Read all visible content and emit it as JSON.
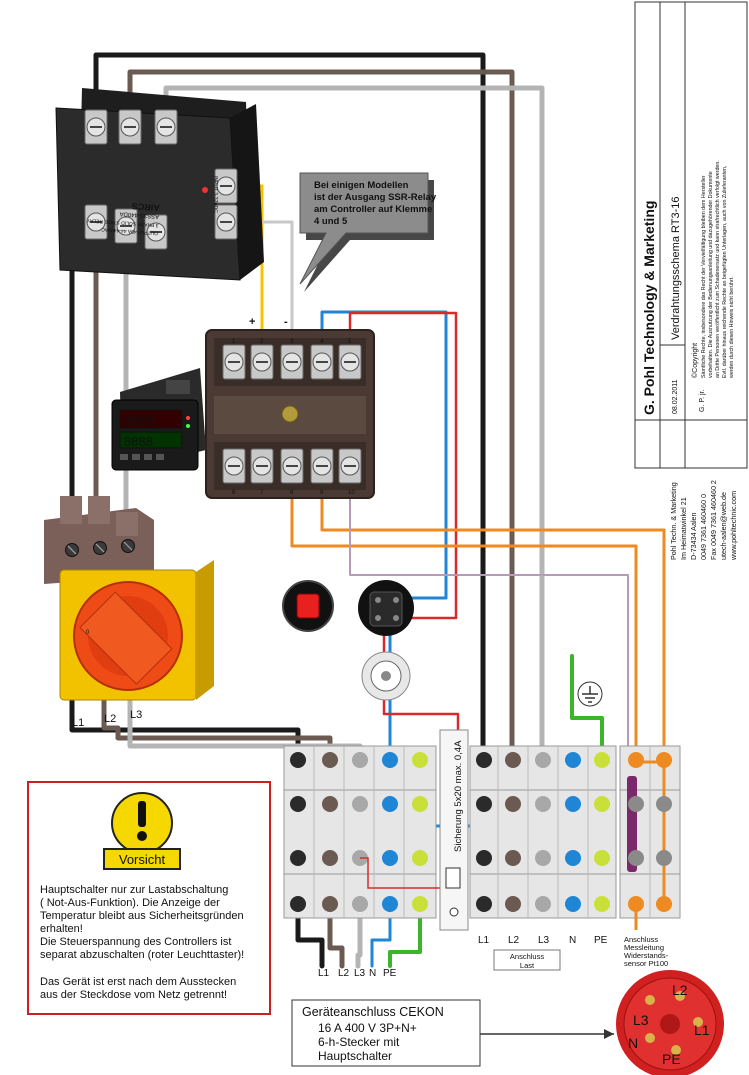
{
  "colors": {
    "black": "#1a1a1a",
    "brown": "#6b5a52",
    "grey": "#b4b4b4",
    "blue": "#1f86d6",
    "green": "#3bb52a",
    "yellow": "#f4c400",
    "red": "#d92a2a",
    "orange": "#ee8a22",
    "violet": "#b89ab8",
    "warning_border": "#cc1f1f"
  },
  "ssr": {
    "brand": "AIRCS",
    "model": "ASS3S-440DA",
    "type": "3 PHASE SOLID STATE RELAY",
    "output": "OUTPUT:40A 44-440VAC",
    "input": "INPUT 3-32VDC"
  },
  "ssr_polarity": {
    "plus": "+",
    "minus": "-"
  },
  "callout": {
    "text": [
      "Bei einigen Modellen",
      "ist der Ausgang SSR-Relay",
      "am Controller auf Klemme",
      "4 und 5"
    ]
  },
  "controller_top_terminals": [
    "1",
    "2",
    "3",
    "4",
    "5"
  ],
  "controller_bottom_terminals": [
    "6",
    "7",
    "8",
    "9",
    "10"
  ],
  "switch_labels": {
    "l1": "L1",
    "l2": "L2",
    "l3": "L3"
  },
  "terminal_labels": {
    "l1": "L1",
    "l2": "L2",
    "l3": "L3",
    "n": "N",
    "pe": "PE"
  },
  "bottom_labels": {
    "l1": "L1",
    "l2": "L2",
    "l3": "L3",
    "n": "N",
    "pe": "PE"
  },
  "fuse_label": "Sicherung 5x20 max. 0,4A",
  "last_box": "Anschluss Last",
  "sensor_box": [
    "Anschluss",
    "Messleitung",
    "Widerstands-",
    "sensor Pt100"
  ],
  "warning": {
    "badge": "Vorsicht",
    "paragraph1": [
      "Hauptschalter nur zur Lastabschaltung",
      "( Not-Aus-Funktion).  Die Anzeige der",
      "Temperatur bleibt aus Sicherheitsgründen",
      "erhalten!",
      "Die Steuerspannung des Controllers ist",
      "separat abzuschalten (roter Leuchttaster)!"
    ],
    "paragraph2": [
      "Das Gerät ist erst nach dem Ausstecken",
      "aus der Steckdose vom Netz getrennt!"
    ]
  },
  "cekon": {
    "line1": "Geräteanschluss CEKON",
    "line2": "16 A 400 V 3P+N+",
    "line3": "6-h-Stecker mit",
    "line4": "Hauptschalter"
  },
  "plug_pins": {
    "l1": "L1",
    "l2": "L2",
    "l3": "L3",
    "n": "N",
    "pe": "PE"
  },
  "title_block": {
    "company": "G. Pohl Technology & Marketing",
    "title": "Verdrahtungsschema  RT3-16",
    "date": "08.02.2011",
    "author": "G. P. jr.",
    "address": [
      "Pohl Techn. & Marketing",
      "Im Heimatwinkel 21",
      "D-73434 Aalen",
      "0049 7361 460460 0",
      "Fax 0049 7361 460460 2",
      "utech-aalen@web.de",
      "www.pohltechnic.com"
    ],
    "copyright_heading": "©Copyright",
    "copyright": [
      "Sämtliche Rechte, insbesondere das Recht  der Vervielfältigung bleiben dem Hersteller",
      "vorbehalten. Die Ausnutzung der Bedienungsanleitung und dazugehörender Dokumente",
      "an Dritte Personen veröffentlicht zum Schadenersatz und kann strafrechtlich verfolgt werden.",
      "Evtl. darüber hinaus reichende Rechte an beigefügten Unterlagen, auch von Zulieferanten,",
      "werden durch diesen Hinweis nicht berührt."
    ]
  }
}
